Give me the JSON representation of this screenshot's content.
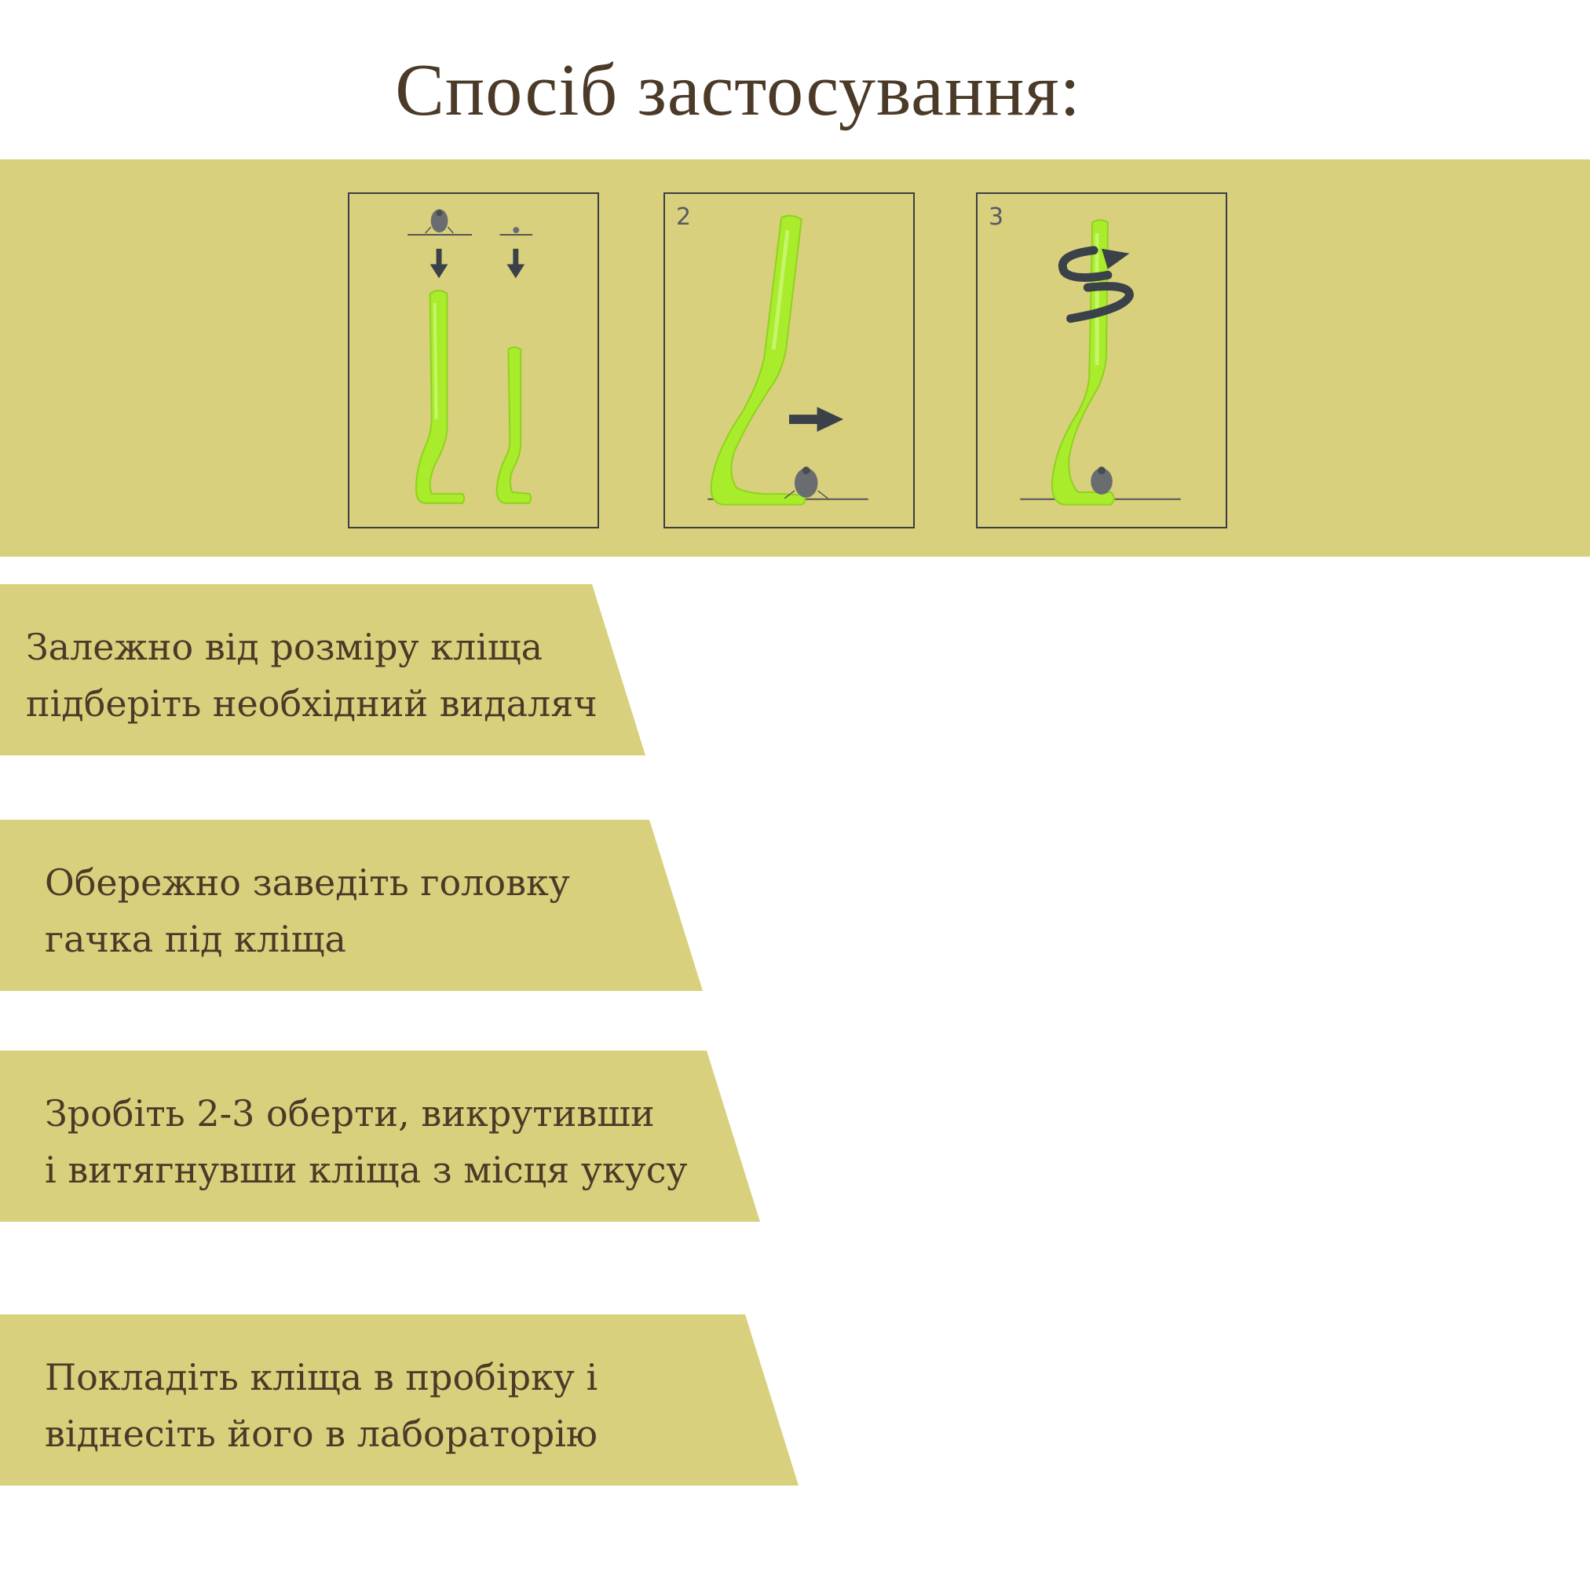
{
  "title": "Спосіб застосування:",
  "panels": [
    {
      "number": ""
    },
    {
      "number": "2"
    },
    {
      "number": "3"
    }
  ],
  "steps": [
    {
      "lines": [
        "Залежно від розміру кліща",
        "підберіть необхідний видаляч"
      ]
    },
    {
      "lines": [
        "Обережно заведіть головку",
        "гачка під кліща"
      ]
    },
    {
      "lines": [
        "Зробіть 2-3 оберти, викрутивши",
        "і витягнувши кліща з місця укусу"
      ]
    },
    {
      "lines": [
        "Покладіть кліща в пробірку і",
        "віднесіть його в лабораторію"
      ]
    }
  ],
  "colors": {
    "band": "#d8d07c",
    "text": "#4b3a28",
    "hook": "#a8ec2c",
    "hook_shade": "#8fd21e",
    "arrow": "#3b4148",
    "tick": "#6a6d70"
  }
}
